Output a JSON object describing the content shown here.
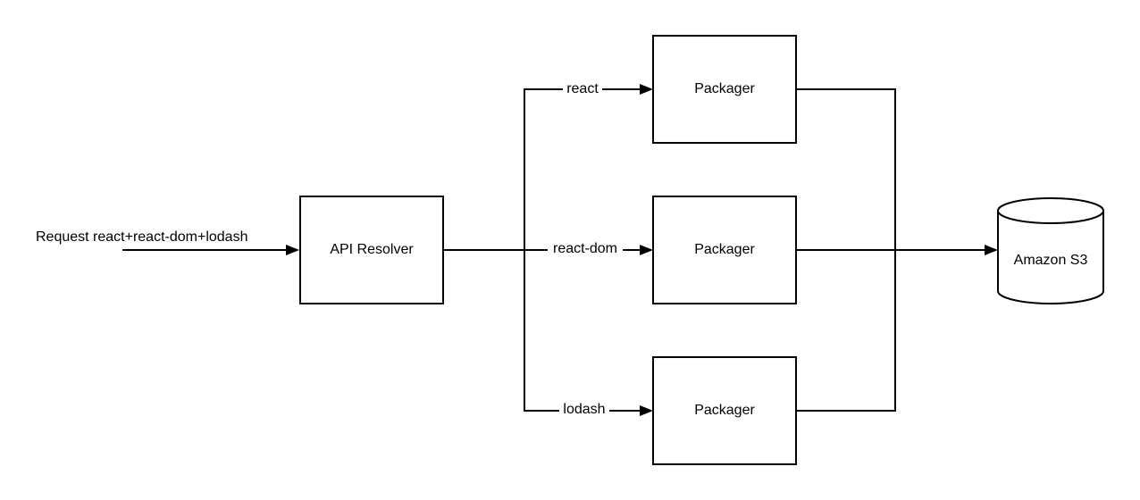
{
  "input_label": "Request react+react-dom+lodash",
  "resolver": {
    "label": "API Resolver"
  },
  "edge_labels": [
    "react",
    "react-dom",
    "lodash"
  ],
  "packagers": [
    {
      "label": "Packager"
    },
    {
      "label": "Packager"
    },
    {
      "label": "Packager"
    }
  ],
  "storage": {
    "label": "Amazon S3"
  }
}
